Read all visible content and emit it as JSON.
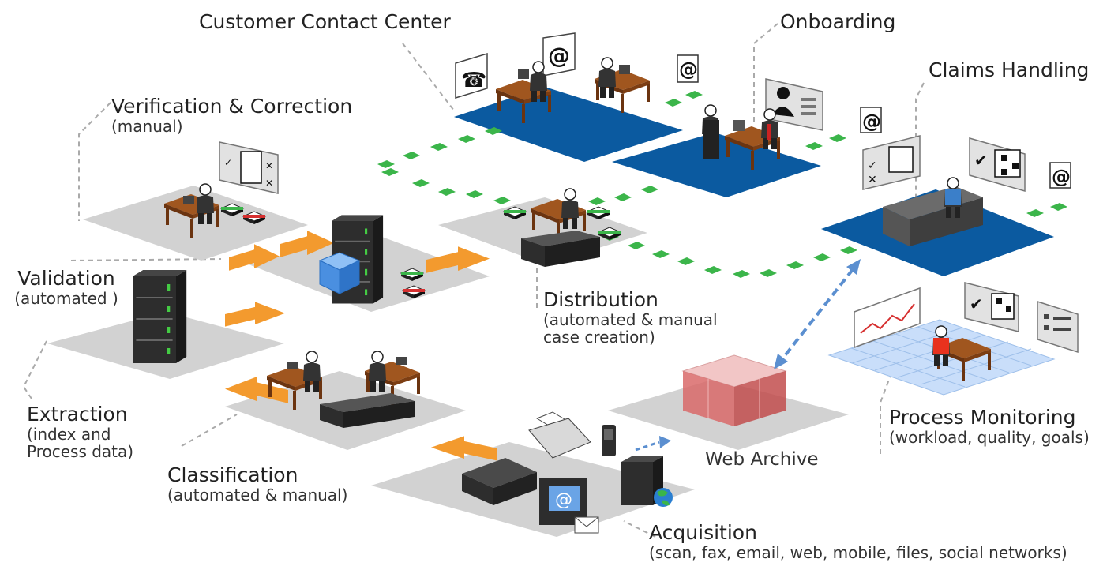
{
  "stations": {
    "contact_center": {
      "title": "Customer Contact Center"
    },
    "onboarding": {
      "title": "Onboarding"
    },
    "claims": {
      "title": "Claims Handling"
    },
    "verification": {
      "title": "Verification & Correction",
      "sub": "(manual)"
    },
    "validation": {
      "title": "Validation",
      "sub": "(automated )"
    },
    "distribution": {
      "title": "Distribution",
      "sub1": "(automated & manual",
      "sub2": "case creation)"
    },
    "extraction": {
      "title1": "Extraction",
      "title2": "(index and",
      "title3": "Process data)"
    },
    "classification": {
      "title": "Classification",
      "sub": "(automated & manual)"
    },
    "web_archive": {
      "title": "Web Archive"
    },
    "monitoring": {
      "title": "Process Monitoring",
      "sub": "(workload, quality, goals)"
    },
    "acquisition": {
      "title": "Acquisition",
      "sub": "(scan, fax, email, web, mobile, files, social networks)"
    }
  },
  "icons": {
    "phone": "phone-icon",
    "email": "at-sign-icon",
    "document_email": "document-email-icon",
    "checklist": "checklist-icon",
    "crossword": "crossword-grid-icon",
    "chart": "line-chart-icon",
    "globe": "globe-icon",
    "envelope": "envelope-icon",
    "id_card": "id-card-icon"
  },
  "colors": {
    "platform_blue": "#0b5aa0",
    "platform_gray": "#cfcfcf",
    "arrow_orange": "#f39a2e",
    "flow_green": "#3bb54a",
    "desk_brown": "#8b4a1c",
    "server_dark": "#2d2d2d",
    "cube_blue": "#4a8fe0",
    "cube_red": "#d64545",
    "link_blue": "#5b8fd0",
    "grid_blue": "#b8d3f2"
  }
}
